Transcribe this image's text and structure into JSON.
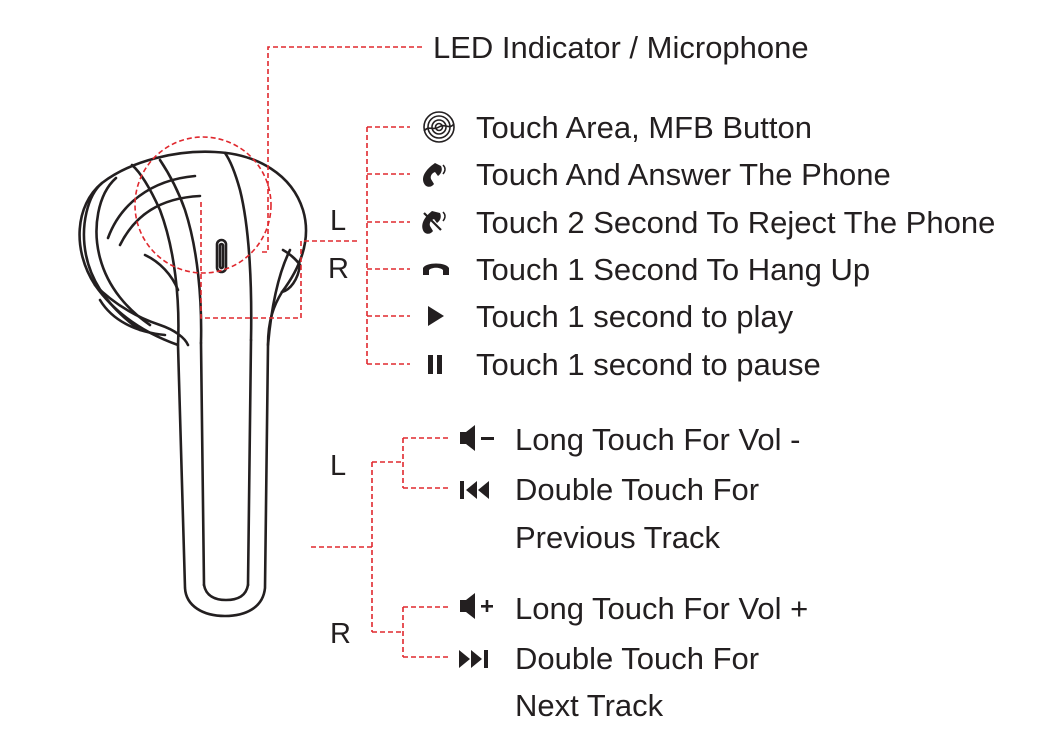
{
  "colors": {
    "ink": "#231f20",
    "leader": "#e0282e",
    "background": "#ffffff"
  },
  "labels": {
    "led_mic": "LED Indicator / Microphone",
    "side_left_top": "L",
    "side_right_top": "R",
    "side_left_bottom": "L",
    "side_right_bottom": "R"
  },
  "touch_functions": [
    {
      "icon": "fingerprint-icon",
      "text": "Touch Area, MFB Button"
    },
    {
      "icon": "phone-answer-icon",
      "text": "Touch And Answer The Phone"
    },
    {
      "icon": "phone-reject-icon",
      "text": "Touch 2 Second To Reject The Phone"
    },
    {
      "icon": "hang-up-icon",
      "text": "Touch 1 Second To Hang Up"
    },
    {
      "icon": "play-icon",
      "text": "Touch 1 second to play"
    },
    {
      "icon": "pause-icon",
      "text": "Touch 1 second to pause"
    }
  ],
  "stem_functions": {
    "left": [
      {
        "icon": "volume-down-icon",
        "text": "Long Touch For Vol -"
      },
      {
        "icon": "previous-track-icon",
        "text": "Double Touch For",
        "text2": "Previous Track"
      }
    ],
    "right": [
      {
        "icon": "volume-up-icon",
        "text": "Long Touch For Vol +"
      },
      {
        "icon": "next-track-icon",
        "text": "Double Touch For",
        "text2": "Next Track"
      }
    ]
  }
}
